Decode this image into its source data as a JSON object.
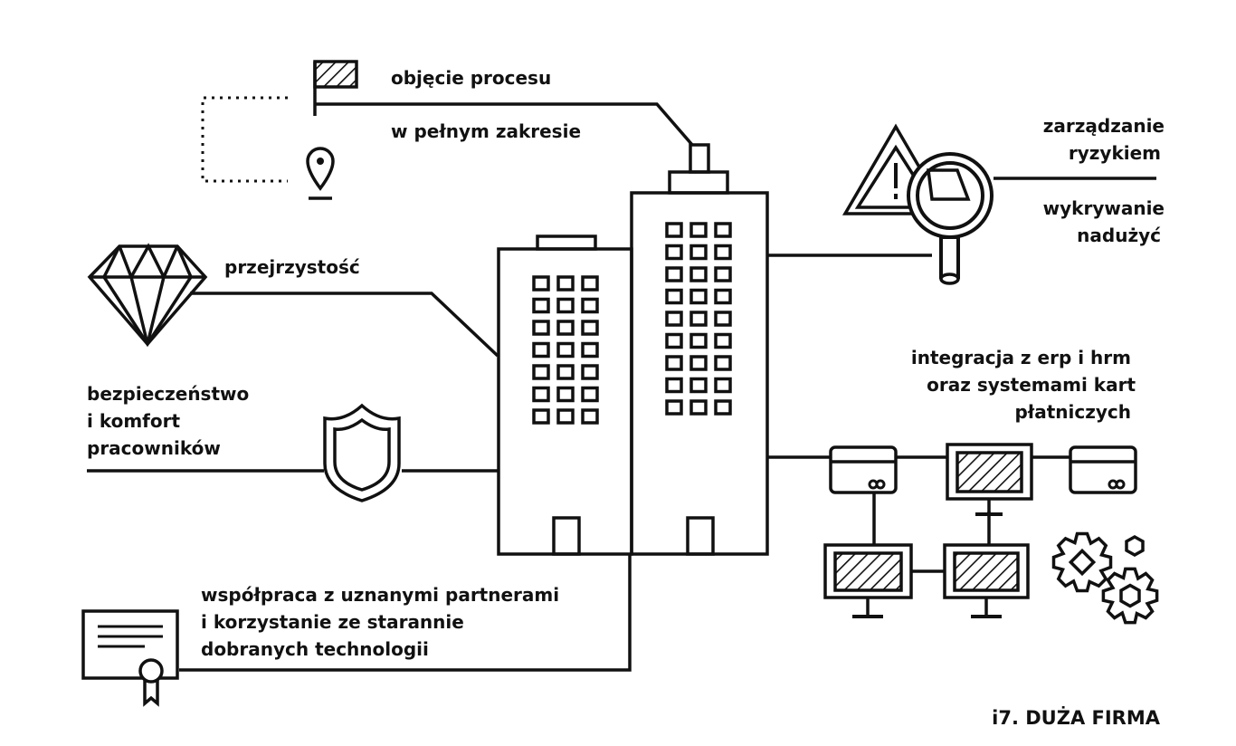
{
  "labels": {
    "process_line1": "objęcie procesu",
    "process_line2": "w pełnym zakresie",
    "risk_line1": "zarządzanie",
    "risk_line2": "ryzykiem",
    "fraud_line1": "wykrywanie",
    "fraud_line2": "nadużyć",
    "transparency": "przejrzystość",
    "safety_line1": "bezpieczeństwo",
    "safety_line2": "i komfort",
    "safety_line3": "pracowników",
    "integration_line1": "integracja z erp i hrm",
    "integration_line2": "oraz systemami kart",
    "integration_line3": "płatniczych",
    "partners_line1": "współpraca z uznanymi partnerami",
    "partners_line2": "i korzystanie ze starannie",
    "partners_line3": "dobranych technologii"
  },
  "footer": {
    "tag": "i7. DUŻA FIRMA"
  },
  "icons": [
    "flag-icon",
    "location-pin-icon",
    "warning-triangle-icon",
    "magnifier-icon",
    "diamond-icon",
    "shield-icon",
    "payment-card-icon",
    "monitor-icon",
    "gears-icon",
    "certificate-icon",
    "office-building-icon"
  ],
  "colors": {
    "ink": "#111111",
    "background": "#ffffff"
  }
}
